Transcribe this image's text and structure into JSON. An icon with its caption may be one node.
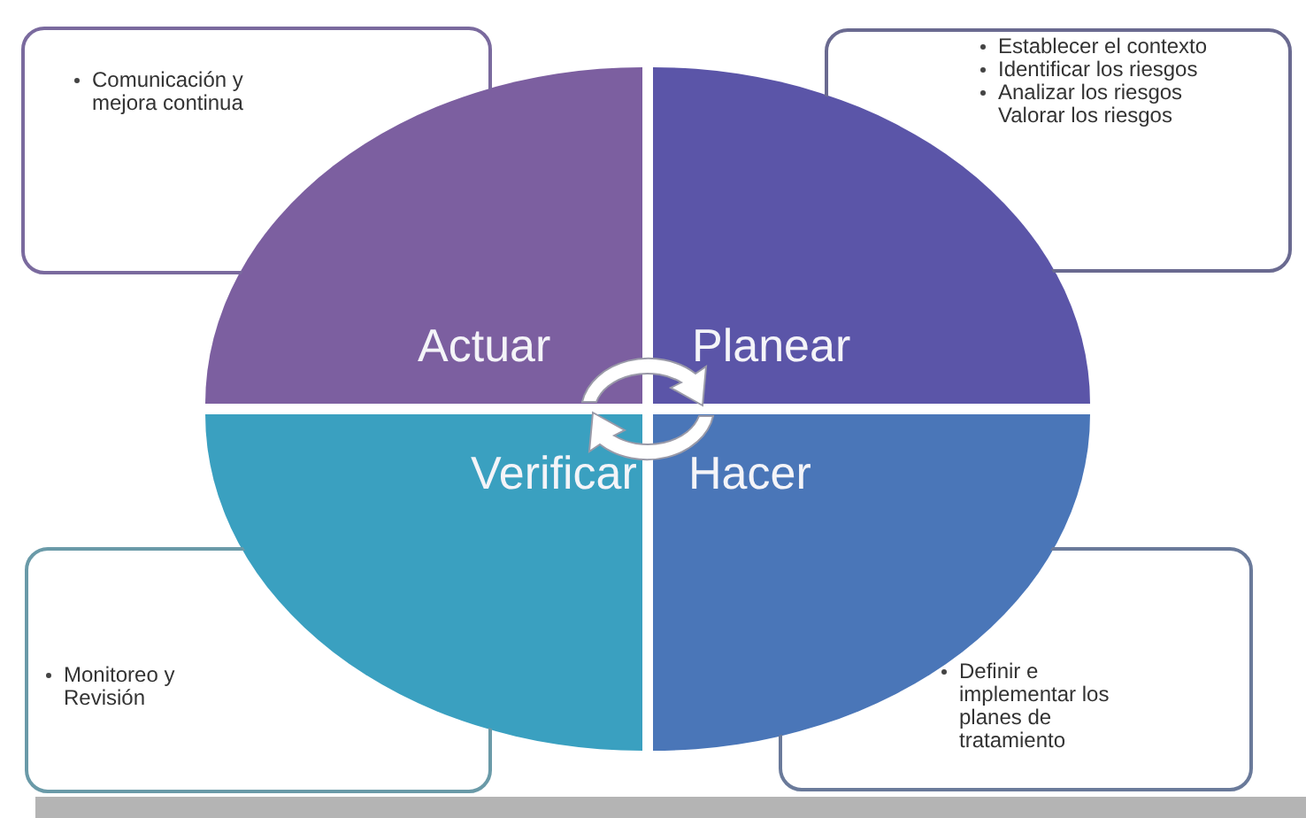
{
  "diagram": {
    "nodes": [
      {
        "text": [
          "Comunicación y mejora continua"
        ]
      },
      {
        "text": [
          "Actuar"
        ]
      },
      {
        "text": [
          "Planear"
        ]
      },
      {
        "text": [
          "Establecer el contexto",
          "Identificar los riesgos",
          "Analizar los riesgos Valorar los riesgos"
        ]
      },
      {
        "text": [
          "Verificar"
        ]
      },
      {
        "text": [
          "Hacer"
        ]
      },
      {
        "text": [
          "Monitoreo y Revisión"
        ]
      },
      {
        "text": [
          "Definir e implementar los planes de tratamiento"
        ]
      }
    ]
  }
}
